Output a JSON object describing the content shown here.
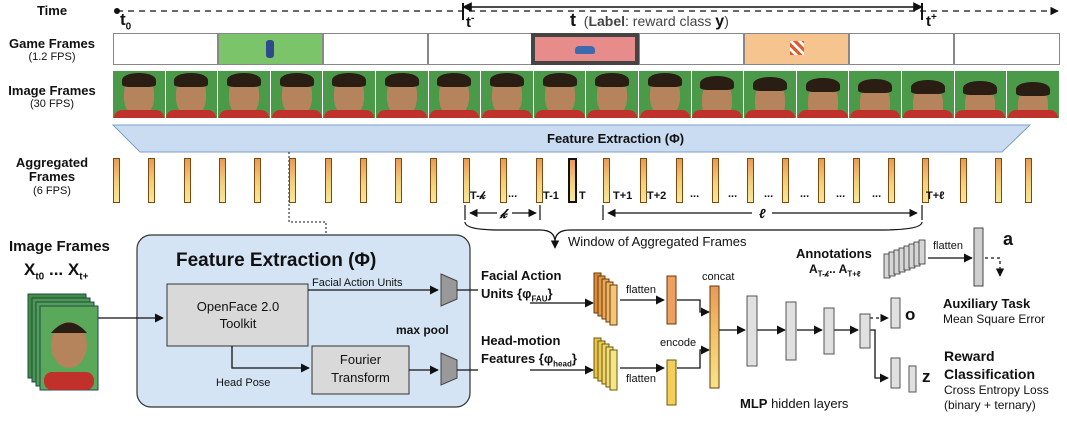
{
  "row_labels": {
    "time": "Time",
    "game_frames": "Game Frames",
    "game_fps": "(1.2 FPS)",
    "image_frames": "Image Frames",
    "image_fps": "(30 FPS)",
    "aggregated_frames_1": "Aggregated",
    "aggregated_frames_2": "Frames",
    "aggregated_fps": "(6 FPS)"
  },
  "timeline": {
    "t0": "t",
    "t0_sub": "0",
    "t_minus": "t",
    "t_minus_sup": "-",
    "t": "t",
    "label_prefix": "(",
    "label_bold": "Label",
    "label_rest": ": reward class ",
    "label_symbol": "y",
    "label_close": ")",
    "t_plus": "t",
    "t_plus_sup": "+"
  },
  "feature_extraction_banner": "Feature Extraction (Φ)",
  "aggregated_labels": {
    "t_minus_k": "T-𝓀",
    "dots_left": "...",
    "t_minus_1": "T-1",
    "t_label": "T",
    "t_plus_1": "T+1",
    "t_plus_2": "T+2",
    "dots": "...",
    "t_plus_l": "T+ℓ",
    "k": "𝓀",
    "l": "ℓ"
  },
  "window_label": "Window of Aggregated Frames",
  "left_panel": {
    "title": "Image Frames",
    "range_x": "X",
    "range_sub0": "t0",
    "range_dots": "...",
    "range_x2": "X",
    "range_sub1": "t+"
  },
  "fe_box": {
    "title": "Feature Extraction (Φ)",
    "openface_line1": "OpenFace 2.0",
    "openface_line2": "Toolkit",
    "facial_action_units": "Facial Action Units",
    "max_pool": "max pool",
    "fourier_line1": "Fourier",
    "fourier_line2": "Transform",
    "head_pose": "Head Pose"
  },
  "features": {
    "fau_line1": "Facial Action",
    "fau_line2": "Units {φ",
    "fau_sub": "FAU",
    "fau_close": "}",
    "head_line1": "Head-motion",
    "head_line2": "Features {φ",
    "head_sub": "head",
    "head_close": "}",
    "flatten1": "flatten",
    "flatten2": "flatten",
    "concat": "concat",
    "encode": "encode",
    "mlp_bold": "MLP",
    "mlp_rest": " hidden layers"
  },
  "annotations": {
    "title": "Annotations",
    "range": "A",
    "range_sub0": "T-𝓀",
    "range_mid": ".. A",
    "range_sub1": "T+ℓ",
    "flatten": "flatten",
    "a": "a"
  },
  "outputs": {
    "o": "o",
    "z": "z",
    "aux_title": "Auxiliary Task",
    "aux_sub": "Mean Square Error",
    "reward_title1": "Reward",
    "reward_title2": "Classification",
    "reward_sub1": "Cross Entropy Loss",
    "reward_sub2": "(binary + ternary)"
  },
  "colors": {
    "banner_blue": "#c9dcf2",
    "fe_box_blue": "#d5e4f5",
    "game_green": "#7cc46a",
    "game_red": "#e78b8b",
    "game_orange": "#f5c48f",
    "bar_orange": "#e89a5a",
    "bar_yellow": "#f3d07a"
  }
}
